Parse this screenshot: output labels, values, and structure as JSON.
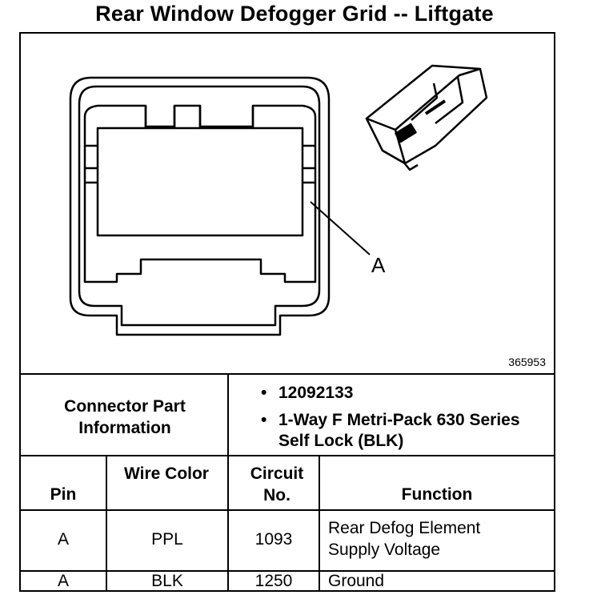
{
  "title": "Rear Window Defogger Grid -- Liftgate",
  "diagram": {
    "callout_label": "A",
    "figure_number": "365953"
  },
  "connector_info": {
    "label": "Connector Part Information",
    "part_number": "12092133",
    "description": "1-Way F Metri-Pack 630 Series Self Lock (BLK)"
  },
  "table": {
    "headers": {
      "pin": "Pin",
      "wire_color": "Wire Color",
      "circuit_no": "Circuit No.",
      "function": "Function"
    },
    "rows": [
      {
        "pin": "A",
        "wire_color": "PPL",
        "circuit_no": "1093",
        "function": "Rear Defog Element Supply Voltage"
      },
      {
        "pin": "A",
        "wire_color": "BLK",
        "circuit_no": "1250",
        "function": "Ground"
      }
    ]
  }
}
